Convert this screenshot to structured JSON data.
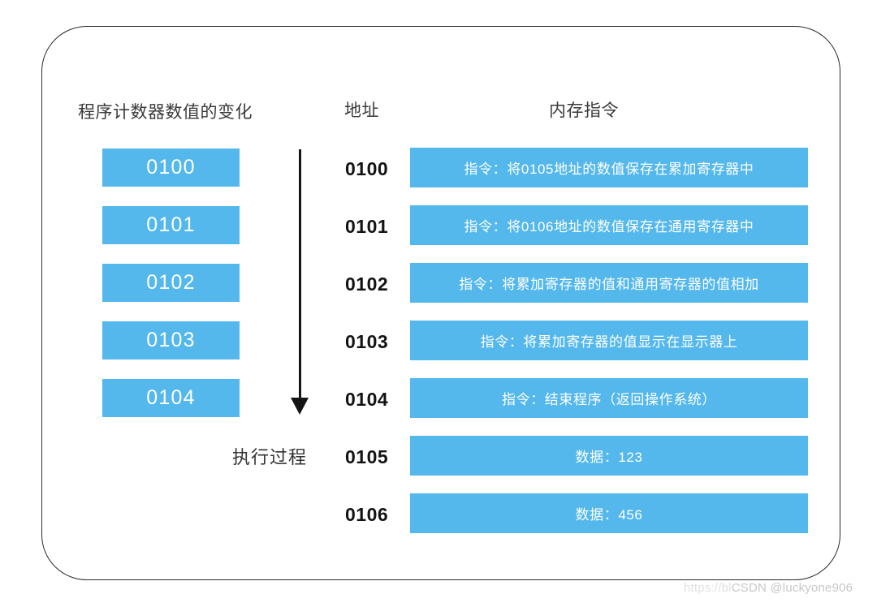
{
  "headings": {
    "program_counter": "程序计数器数值的变化",
    "address": "地址",
    "memory_instruction": "内存指令"
  },
  "execution_label": "执行过程",
  "colors": {
    "bar_blue": "#54b8ec",
    "bar_text": "#ffffff",
    "address_text": "#131313",
    "heading_text": "#3a3a3a",
    "frame_border": "#2b2b2b",
    "arrow": "#151515",
    "background": "#ffffff"
  },
  "program_counter_values": [
    {
      "value": "0100"
    },
    {
      "value": "0101"
    },
    {
      "value": "0102"
    },
    {
      "value": "0103"
    },
    {
      "value": "0104"
    }
  ],
  "memory_rows": [
    {
      "address": "0100",
      "content": "指令：将0105地址的数值保存在累加寄存器中"
    },
    {
      "address": "0101",
      "content": "指令：将0106地址的数值保存在通用寄存器中"
    },
    {
      "address": "0102",
      "content": "指令：将累加寄存器的值和通用寄存器的值相加"
    },
    {
      "address": "0103",
      "content": "指令：将累加寄存器的值显示在显示器上"
    },
    {
      "address": "0104",
      "content": "指令：结束程序（返回操作系统）"
    },
    {
      "address": "0105",
      "content": "数据：123"
    },
    {
      "address": "0106",
      "content": "数据：456"
    }
  ],
  "watermark": {
    "prefix": "https://bl",
    "text": "CSDN @luckyone906"
  }
}
